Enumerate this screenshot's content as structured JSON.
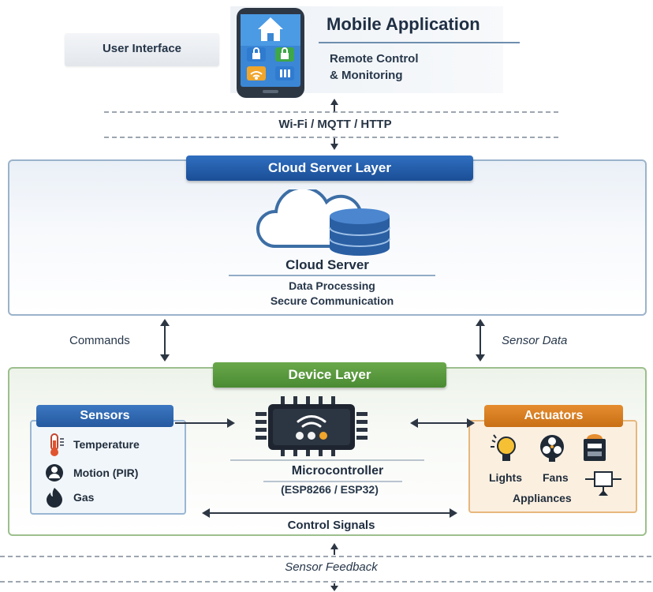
{
  "mobile_app": {
    "title": "Mobile Application",
    "description_line1": "Remote Control",
    "description_line2": "& Monitoring",
    "ui_label": "User Interface"
  },
  "protocols_label": "Wi-Fi / MQTT / HTTP",
  "cloud_layer": {
    "title": "Cloud Server Layer",
    "server_label": "Cloud Server",
    "desc_line1": "Data Processing",
    "desc_line2": "Secure Communication"
  },
  "flows": {
    "commands": "Commands",
    "sensor_data": "Sensor Data",
    "control_signals": "Control Signals",
    "sensor_feedback": "Sensor Feedback"
  },
  "device_layer": {
    "title": "Device Layer",
    "sensors": {
      "title": "Sensors",
      "items": [
        "Temperature",
        "Motion (PIR)",
        "Gas"
      ]
    },
    "microcontroller": {
      "label": "Microcontroller",
      "models": "(ESP8266 / ESP32)"
    },
    "actuators": {
      "title": "Actuators",
      "lights": "Lights",
      "fans": "Fans",
      "appliances": "Appliances"
    }
  },
  "icons": [
    "smartphone-icon",
    "home-icon",
    "lock-icon",
    "wifi-icon",
    "signal-bars-icon",
    "cloud-icon",
    "database-icon",
    "thermometer-icon",
    "person-icon",
    "flame-icon",
    "chip-icon",
    "bulb-icon",
    "fan-icon",
    "appliance-icon",
    "switch-icon"
  ],
  "colors": {
    "cloud_accent": "#1b4f96",
    "device_accent": "#4a8a32",
    "sensors_accent": "#25599f",
    "actuators_accent": "#c96f16"
  }
}
